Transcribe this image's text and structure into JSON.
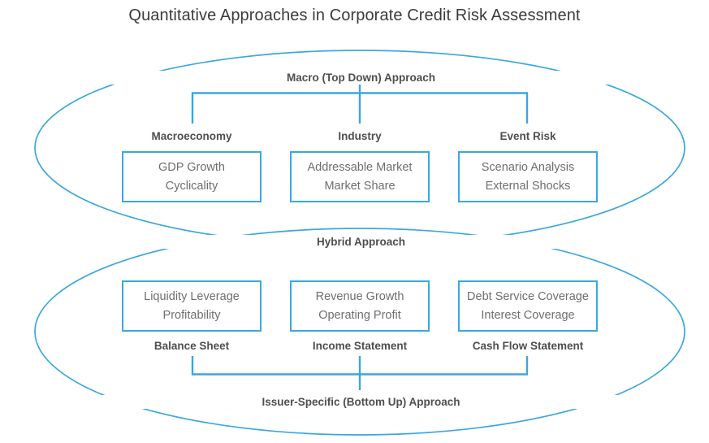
{
  "title": "Quantitative Approaches in Corporate Credit Risk Assessment",
  "theme": {
    "accent": "#3ba7dd",
    "box_border": "#3ba7dd",
    "box_text": "#6d6e71",
    "label_text": "#4e4e50",
    "title_text": "#3b3b3b",
    "background": "#ffffff"
  },
  "bands": {
    "top": {
      "label": "Macro (Top Down) Approach",
      "ellipse_name": "macro-top-down-ellipse"
    },
    "middle": {
      "label": "Hybrid Approach"
    },
    "bottom": {
      "label": "Issuer-Specific (Bottom Up) Approach",
      "ellipse_name": "issuer-specific-bottom-up-ellipse"
    }
  },
  "top_nodes": [
    {
      "label": "Macroeconomy",
      "items": "GDP Growth\nCyclicality"
    },
    {
      "label": "Industry",
      "items": "Addressable Market\nMarket Share"
    },
    {
      "label": "Event Risk",
      "items": "Scenario Analysis\nExternal Shocks"
    }
  ],
  "bottom_nodes": [
    {
      "label": "Balance Sheet",
      "items": "Liquidity Leverage\nProfitability"
    },
    {
      "label": "Income Statement",
      "items": "Revenue Growth\nOperating Profit"
    },
    {
      "label": "Cash Flow Statement",
      "items": "Debt Service Coverage\nInterest Coverage"
    }
  ]
}
